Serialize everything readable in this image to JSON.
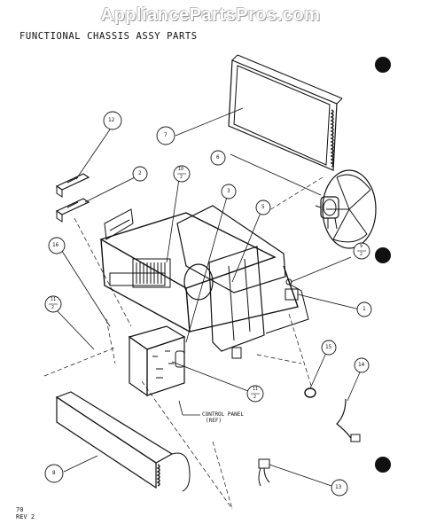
{
  "watermark": "AppliancePartsPros.com",
  "title": "FUNCTIONAL CHASSIS ASSY PARTS",
  "callouts": {
    "c1": "1",
    "c2": "2",
    "c3": "3",
    "c5": "5",
    "c6": "6",
    "c7": "7",
    "c8": "8",
    "c12": "12",
    "c13": "13",
    "c14": "14",
    "c15": "15",
    "c16": "16",
    "c9_num": "9",
    "c9_den": "2",
    "c10_num": "10",
    "c10_den": "2",
    "c11a_num": "11",
    "c11a_den": "2",
    "c11b_num": "11",
    "c11b_den": "2"
  },
  "control_panel": {
    "line1": "CONTROL PANEL",
    "line2": "(REF)"
  },
  "footer": {
    "line1": "70",
    "line2": "REV 2"
  }
}
